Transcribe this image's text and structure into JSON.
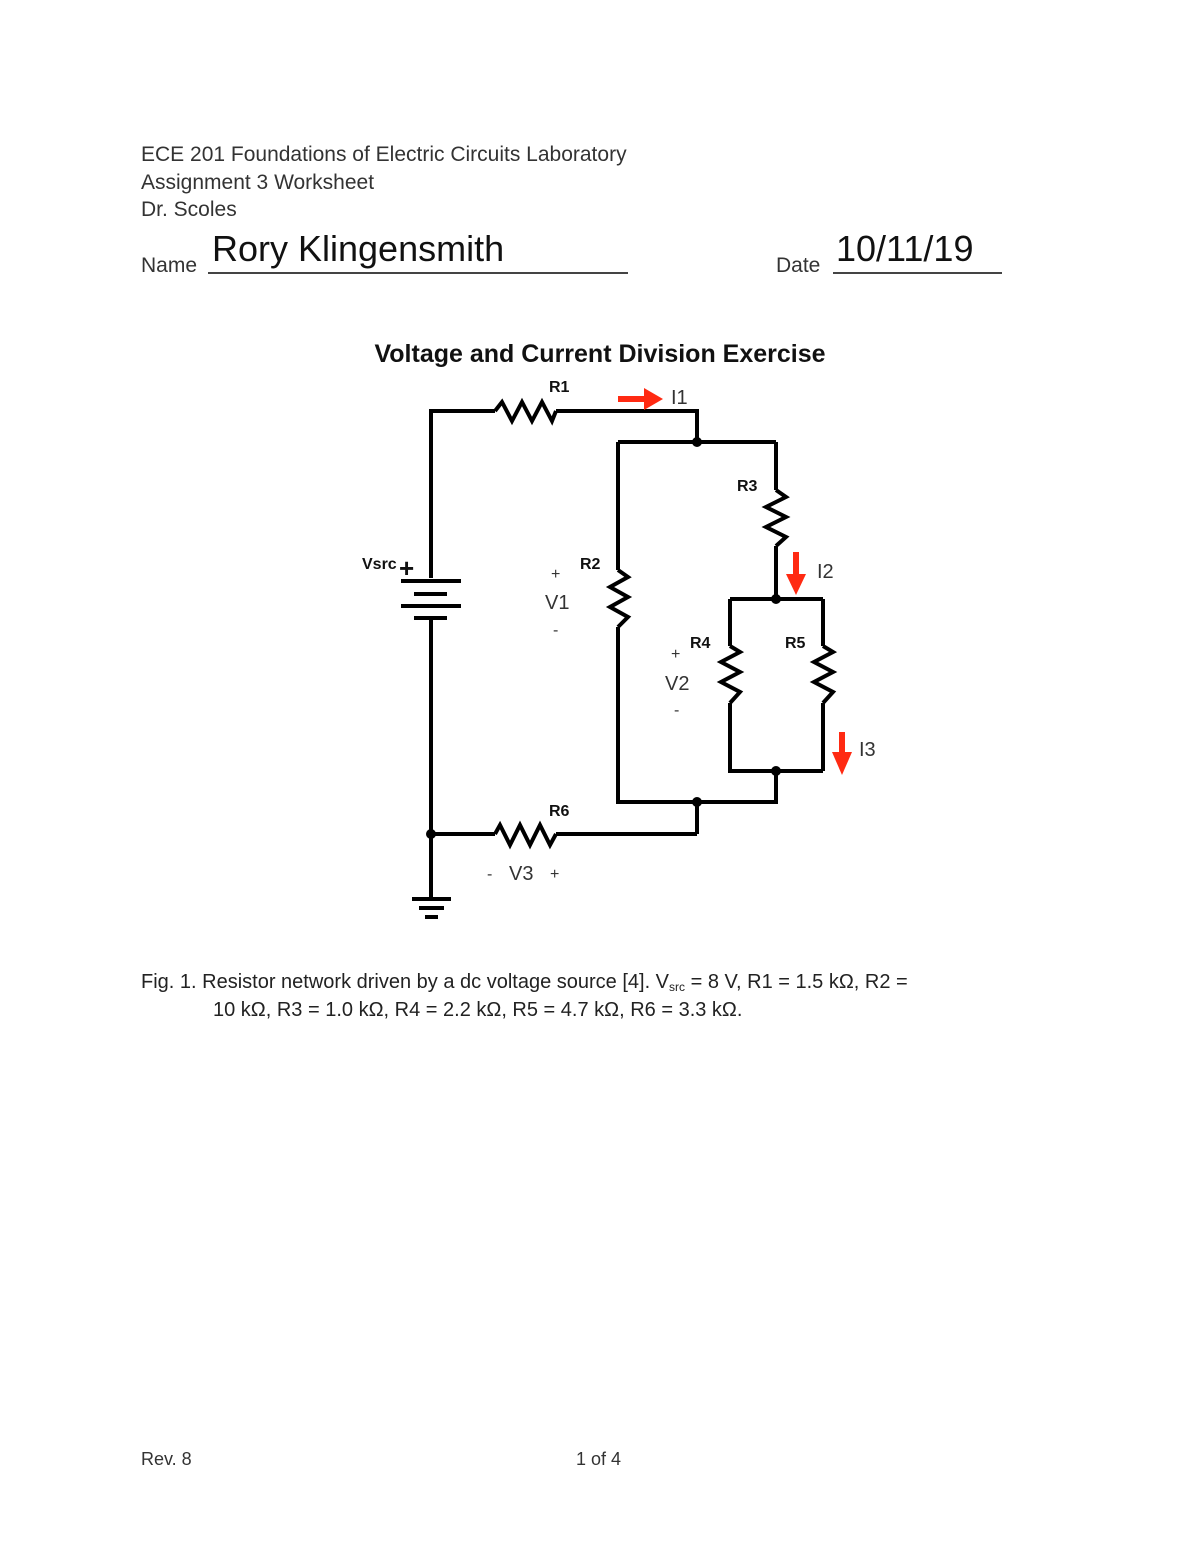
{
  "header": {
    "course": "ECE 201 Foundations of Electric Circuits Laboratory",
    "assignment": "Assignment 3 Worksheet",
    "instructor": "Dr. Scoles"
  },
  "form": {
    "name_label": "Name",
    "name_value": "Rory Klingensmith",
    "date_label": "Date",
    "date_value": "10/11/19"
  },
  "figure": {
    "title": "Voltage and Current Division Exercise",
    "labels": {
      "r1": "R1",
      "r2": "R2",
      "r3": "R3",
      "r4": "R4",
      "r5": "R5",
      "r6": "R6",
      "vsrc": "Vsrc",
      "vsrc_plus": "+",
      "i1": "I1",
      "i2": "I2",
      "i3": "I3",
      "v1": "V1",
      "v1_plus": "+",
      "v1_minus": "-",
      "v2": "V2",
      "v2_plus": "+",
      "v2_minus": "-",
      "v3": "V3",
      "v3_plus": "+",
      "v3_minus": "-"
    },
    "arrow_color": "#ff2a12",
    "caption_line1_pre": "Fig. 1. Resistor network driven by a dc voltage source [4]. V",
    "caption_sub": "src",
    "caption_line1_post": " = 8 V, R1 = 1.5 kΩ, R2 =",
    "caption_line2": "10 kΩ, R3 = 1.0 kΩ, R4 = 2.2 kΩ, R5 = 4.7 kΩ, R6 = 3.3 kΩ."
  },
  "footer": {
    "revision": "Rev. 8",
    "page": "1 of 4"
  }
}
